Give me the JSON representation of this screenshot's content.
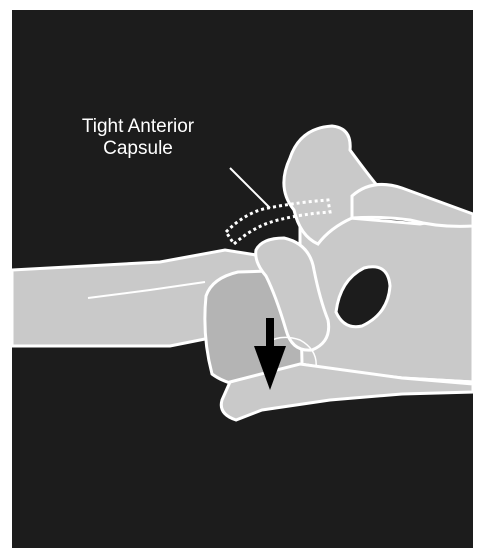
{
  "label": {
    "line1": "Tight Anterior",
    "line2": "Capsule"
  },
  "colors": {
    "background": "#1c1c1c",
    "bone_fill": "#c9c9c9",
    "bone_fill_dark": "#b4b4b4",
    "outline": "#ffffff",
    "arrow": "#000000",
    "frame": "#ffffff"
  },
  "icons": {
    "arrow": "down-arrow-icon",
    "capsule": "dotted-capsule-outline"
  }
}
